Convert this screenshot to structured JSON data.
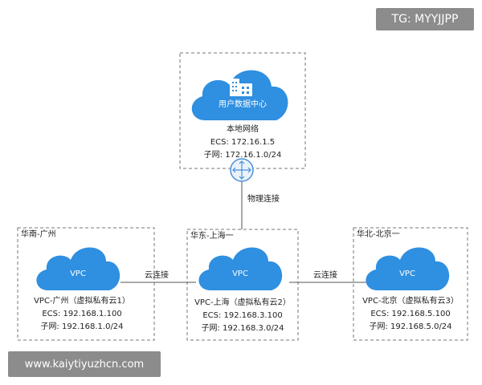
{
  "watermark": {
    "top": "TG: MYYJJPP",
    "bottom": "www.kaiytiyuzhcn.com"
  },
  "top_node": {
    "cloud_label": "用户数据中心",
    "network_label": "本地网络",
    "ecs": "ECS: 172.16.1.5",
    "subnet": "子网: 172.16.1.0/24"
  },
  "connections": {
    "physical": "物理连接",
    "cloud_left": "云连接",
    "cloud_right": "云连接"
  },
  "regions": {
    "left": {
      "title": "华南-广州",
      "cloud_label": "VPC",
      "vpc": "VPC-广州（虚拟私有云1）",
      "ecs": "ECS: 192.168.1.100",
      "subnet": "子网: 192.168.1.0/24"
    },
    "middle": {
      "title": "华东-上海一",
      "cloud_label": "VPC",
      "vpc": "VPC-上海（虚拟私有云2）",
      "ecs": "ECS: 192.168.3.100",
      "subnet": "子网: 192.168.3.0/24"
    },
    "right": {
      "title": "华北-北京一",
      "cloud_label": "VPC",
      "vpc": "VPC-北京（虚拟私有云3）",
      "ecs": "ECS: 192.168.5.100",
      "subnet": "子网: 192.168.5.0/24"
    }
  },
  "colors": {
    "cloud": "#2f8fe0",
    "cloud_dark": "#1f77c8",
    "border": "#777777",
    "router": "#4a90d9"
  }
}
